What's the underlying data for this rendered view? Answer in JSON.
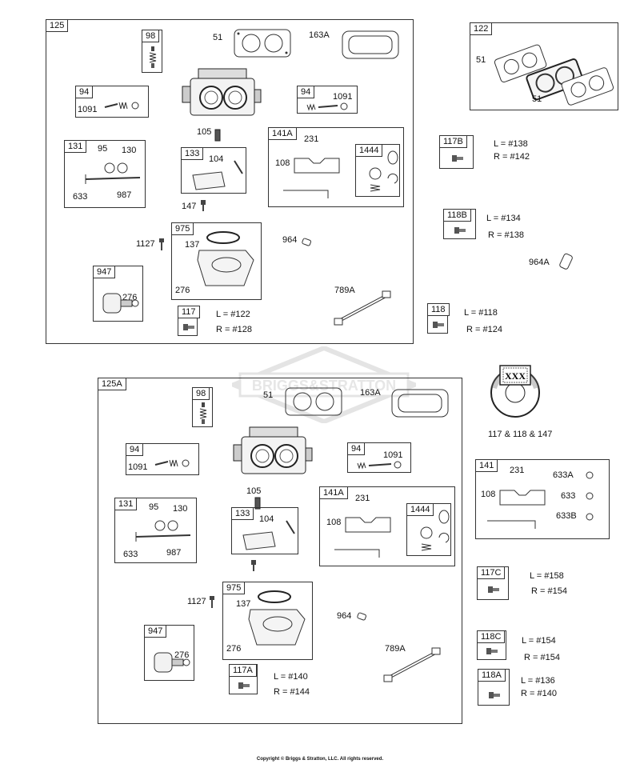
{
  "watermark": "BRIGGS&STRATTON",
  "copyright": "Copyright © Briggs & Stratton, LLC. All rights reserved.",
  "top": {
    "frame": "125",
    "p98": "98",
    "p51": "51",
    "p163a": "163A",
    "p94a": "94",
    "p1091a": "1091",
    "p94b": "94",
    "p1091b": "1091",
    "p105": "105",
    "p131": "131",
    "p95": "95",
    "p130": "130",
    "p633": "633",
    "p987": "987",
    "p133": "133",
    "p104": "104",
    "p147": "147",
    "p141a": "141A",
    "p231": "231",
    "p108": "108",
    "p1444": "1444",
    "p975": "975",
    "p137": "137",
    "p1127": "1127",
    "p276a": "276",
    "p964": "964",
    "p947": "947",
    "p276b": "276",
    "p789a": "789A",
    "p117": "117",
    "p117_l": "L = #122",
    "p117_r": "R = #128"
  },
  "right_top": {
    "p122": "122",
    "p51a": "51",
    "p51b": "51",
    "p117b": "117B",
    "p117b_l": "L = #138",
    "p117b_r": "R = #142",
    "p118b": "118B",
    "p118b_l": "L = #134",
    "p118b_r": "R = #138",
    "p964a": "964A",
    "p118": "118",
    "p118_l": "L = #118",
    "p118_r": "R = #124"
  },
  "bottom": {
    "frame": "125A",
    "p98": "98",
    "p51": "51",
    "p163a": "163A",
    "p94a": "94",
    "p1091a": "1091",
    "p94b": "94",
    "p1091b": "1091",
    "p105": "105",
    "p131": "131",
    "p95": "95",
    "p130": "130",
    "p633": "633",
    "p987": "987",
    "p133": "133",
    "p104": "104",
    "p141a": "141A",
    "p231": "231",
    "p108": "108",
    "p1444": "1444",
    "p975": "975",
    "p137": "137",
    "p1127": "1127",
    "p276a": "276",
    "p964": "964",
    "p947": "947",
    "p276b": "276",
    "p789a": "789A",
    "p117a": "117A",
    "p117a_l": "L = #140",
    "p117a_r": "R = #144"
  },
  "right_bottom": {
    "xxx": "XXX",
    "kit_label": "117 & 118 & 147",
    "p141": "141",
    "p231": "231",
    "p633a": "633A",
    "p108": "108",
    "p633": "633",
    "p633b": "633B",
    "p117c": "117C",
    "p117c_l": "L = #158",
    "p117c_r": "R = #154",
    "p118c": "118C",
    "p118c_l": "L =  #154",
    "p118c_r": "R = #154",
    "p118a": "118A",
    "p118a_l": "L = #136",
    "p118a_r": "R = #140"
  }
}
